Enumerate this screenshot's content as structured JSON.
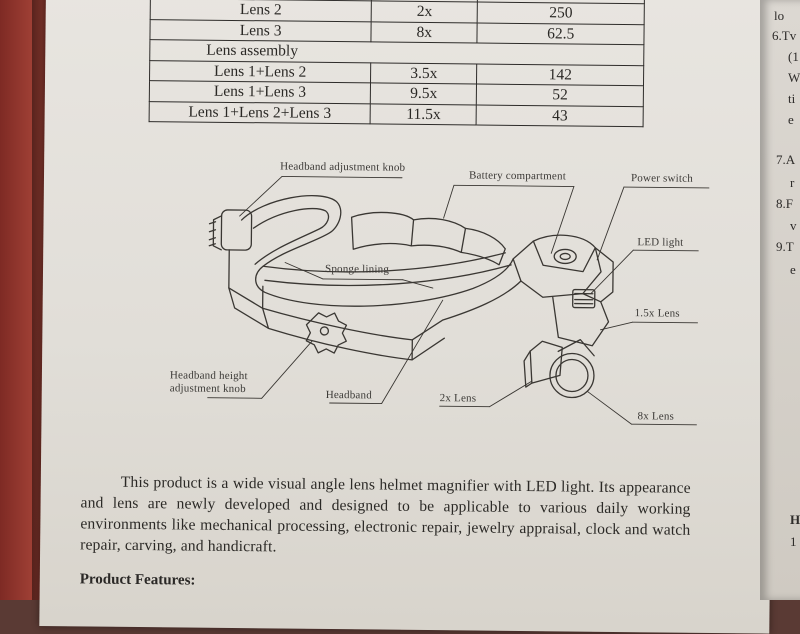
{
  "spec_table": {
    "rows": [
      {
        "name": "Lens 2",
        "mag": "2x",
        "dist": "250"
      },
      {
        "name": "Lens 3",
        "mag": "8x",
        "dist": "62.5"
      },
      {
        "name": "Lens assembly",
        "mag": "",
        "dist": ""
      },
      {
        "name": "Lens 1+Lens 2",
        "mag": "3.5x",
        "dist": "142"
      },
      {
        "name": "Lens 1+Lens 3",
        "mag": "9.5x",
        "dist": "52"
      },
      {
        "name": "Lens 1+Lens 2+Lens 3",
        "mag": "11.5x",
        "dist": "43"
      }
    ]
  },
  "diagram_labels": {
    "headband_adjustment_knob": "Headband adjustment knob",
    "battery_compartment": "Battery compartment",
    "power_switch": "Power switch",
    "led_light": "LED light",
    "sponge_lining": "Sponge lining",
    "lens_1_5x": "1.5x Lens",
    "headband_height_knob_line1": "Headband height",
    "headband_height_knob_line2": "adjustment knob",
    "headband": "Headband",
    "lens_2x": "2x Lens",
    "lens_8x": "8x Lens"
  },
  "description": "This product is a wide visual angle lens helmet magnifier with LED light. Its appearance and lens are newly developed and designed to be applicable to various daily working environments like mechanical processing, electronic repair, jewelry appraisal, clock and watch repair, carving, and handicraft.",
  "features_heading": "Product Features:",
  "right_page_fragments": [
    "lo",
    "6.Tv",
    "(1",
    "W",
    "ti",
    "e",
    "7.A",
    "r",
    "8.F",
    "v",
    "9.T",
    "e",
    "H",
    "1"
  ]
}
